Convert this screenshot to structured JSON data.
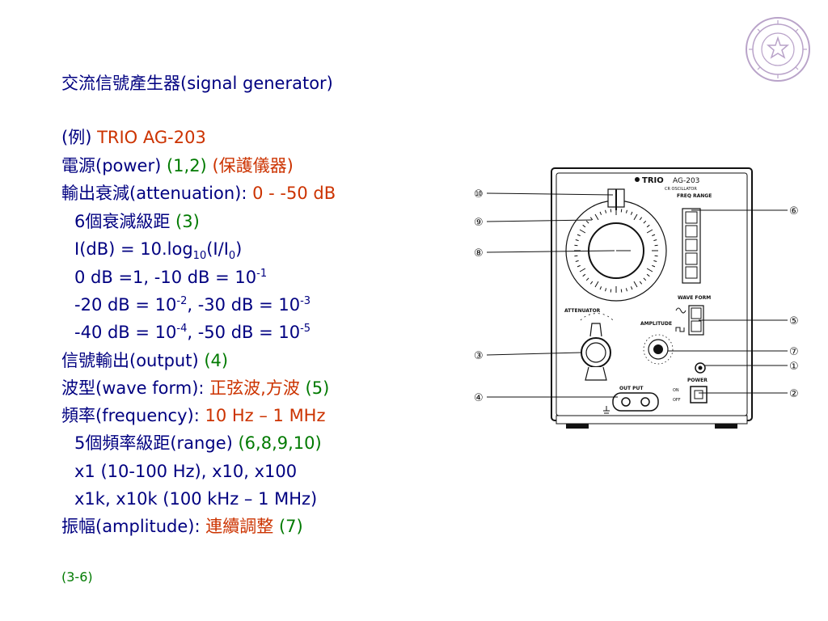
{
  "slide": {
    "title": {
      "zh": "交流信號產生器",
      "en": "(signal generator)"
    },
    "example": {
      "prefix": "(例) ",
      "model": "TRIO AG-203"
    },
    "power": {
      "zh": "電源",
      "en": "(power) ",
      "ref": "(1,2) ",
      "note": "(保護儀器)"
    },
    "attenuation": {
      "zh": "輸出衰減",
      "en": "(attenuation): ",
      "range": "0 - -50 dB"
    },
    "att_steps": {
      "text": "6個衰減級距 ",
      "ref": "(3)"
    },
    "formula": {
      "a": "I(dB) = 10.log",
      "sub1": "10",
      "b": "(I/I",
      "sub2": "0",
      "c": ")"
    },
    "db_line1": {
      "a": "0 dB =1, -10 dB = 10",
      "s1": "-1"
    },
    "db_line2": {
      "a": "-20 dB = 10",
      "s1": "-2",
      "b": ", -30 dB = 10",
      "s2": "-3"
    },
    "db_line3": {
      "a": "-40 dB = 10",
      "s1": "-4",
      "b": ", -50 dB = 10",
      "s2": "-5"
    },
    "output": {
      "zh": "信號輸出",
      "en": "(output) ",
      "ref": "(4)"
    },
    "waveform": {
      "zh": "波型",
      "en": "(wave form): ",
      "value": "正弦波,方波",
      "ref": " (5)"
    },
    "frequency": {
      "zh": "頻率",
      "en": "(frequency): ",
      "value": "10 Hz – 1 MHz"
    },
    "ranges": {
      "text": "5個頻率級距(range) ",
      "ref": "(6,8,9,10)"
    },
    "range_line1": "x1 (10-100 Hz), x10, x100",
    "range_line2": "x1k, x10k (100 kHz – 1 MHz)",
    "amplitude": {
      "zh": "振幅",
      "en": "(amplitude): ",
      "value": "連續調整",
      "ref": " (7)"
    },
    "page_number": "(3-6)"
  },
  "device": {
    "brand": "TRIO",
    "model": "AG-203",
    "subtitle": "CR OSCILLATOR",
    "freq_range_label": "FREQ RANGE",
    "wave_form_label": "WAVE FORM",
    "attenuator_label": "ATTENUATOR",
    "amplitude_label": "AMPLITUDE",
    "output_label": "OUT PUT",
    "power_label": "POWER",
    "power_on": "ON",
    "power_off": "OFF",
    "callouts": [
      "⑩",
      "⑨",
      "⑧",
      "③",
      "④",
      "⑥",
      "⑤",
      "⑦",
      "①",
      "②"
    ]
  },
  "colors": {
    "text": "#000080",
    "accent_red": "#cc3300",
    "accent_green": "#007a00",
    "seal": "#b9a3c9"
  }
}
